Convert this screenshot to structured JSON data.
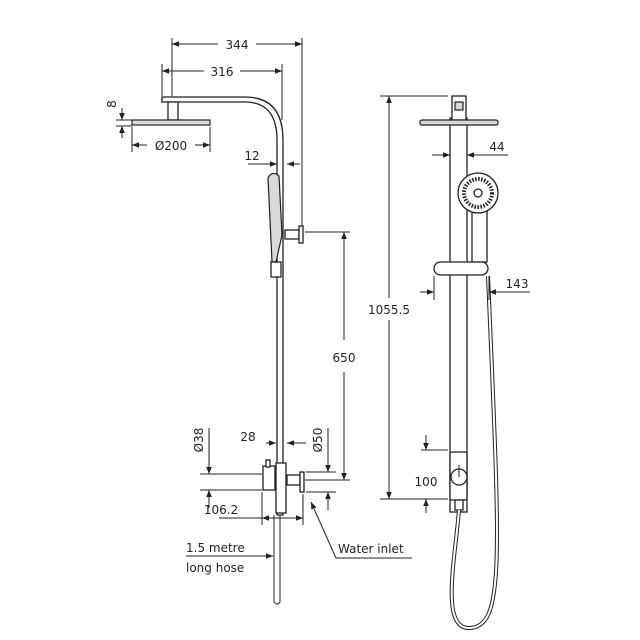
{
  "dimensions": {
    "arm_reach_total": "344",
    "arm_reach_head_center": "316",
    "head_thickness": "8",
    "head_diameter": "Ø200",
    "rail_offset": "12",
    "bracket_to_inlet": "650",
    "valve_diameter": "Ø38",
    "rail_width_side": "28",
    "inlet_flange_diameter": "Ø50",
    "inlet_projection": "106.2",
    "overall_height": "1055.5",
    "rail_width_front": "44",
    "handset_holder_width": "143",
    "inlet_to_base": "100"
  },
  "labels": {
    "hose_line1": "1.5 metre",
    "hose_line2": "long hose",
    "water_inlet": "Water inlet"
  },
  "colors": {
    "line": "#231f20",
    "background": "#ffffff"
  }
}
